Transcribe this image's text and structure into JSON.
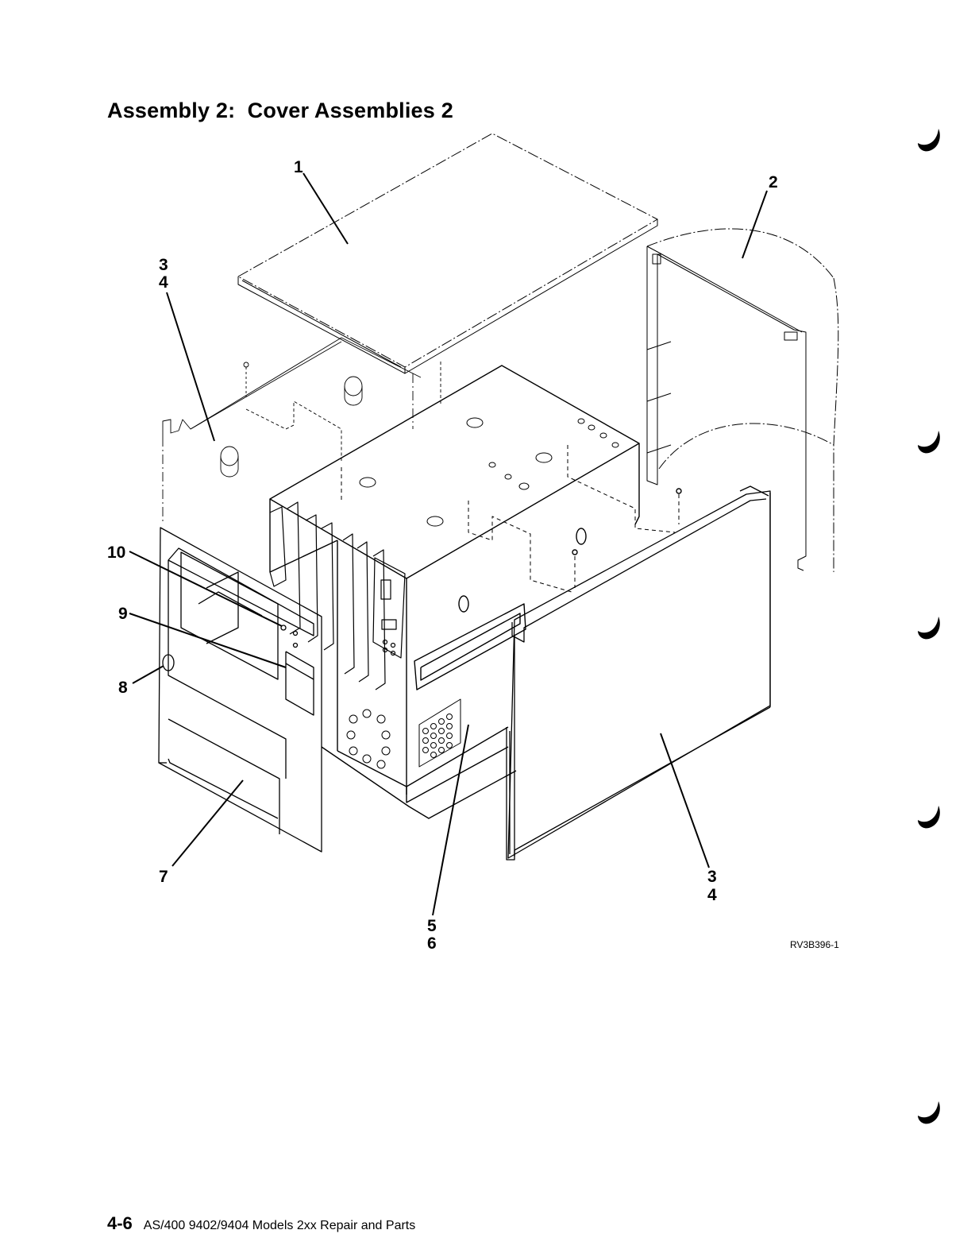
{
  "page_title": "Assembly 2:  Cover Assemblies 2",
  "callouts": {
    "c1": "1",
    "c2": "2",
    "c3a_top": "3",
    "c4a_top": "4",
    "c10": "10",
    "c9": "9",
    "c8": "8",
    "c7": "7",
    "c3b_top": "3",
    "c4b_bottom": "4",
    "c5_top": "5",
    "c6_bottom": "6"
  },
  "figure_id": "RV3B396-1",
  "footer": {
    "page_number": "4-6",
    "doc_title": "AS/400 9402/9404 Models 2xx Repair and Parts"
  }
}
